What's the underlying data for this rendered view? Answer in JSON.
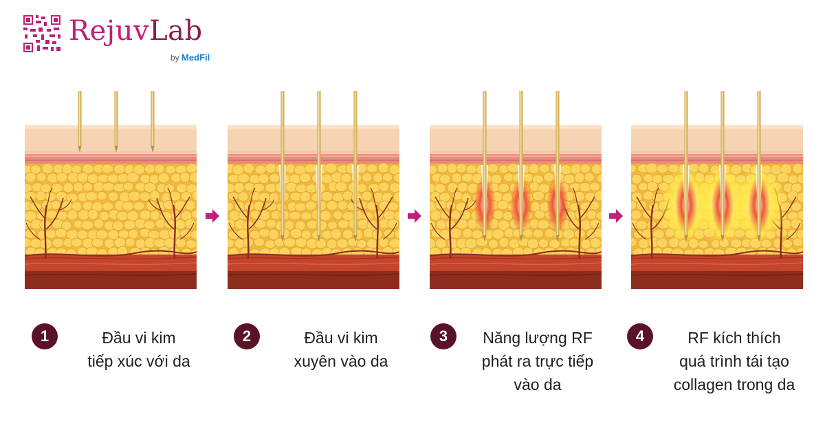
{
  "brand": {
    "name_main": "Rejuv",
    "name_accent": "Lab",
    "by": "by",
    "partner": "MedFil",
    "qr_label": "Rejuvlab"
  },
  "colors": {
    "accent": "#c0207a",
    "badge": "#5a1226",
    "arrow": "#c0207a",
    "partner": "#1d7fd1"
  },
  "steps": [
    {
      "number": "1",
      "lines": [
        "Đầu vi kim",
        "tiếp xúc với da"
      ],
      "state": "contact"
    },
    {
      "number": "2",
      "lines": [
        "Đầu vi kim",
        "xuyên vào da"
      ],
      "state": "penetrate"
    },
    {
      "number": "3",
      "lines": [
        "Năng lượng RF",
        "phát ra trực tiếp",
        "vào da"
      ],
      "state": "rf-emission"
    },
    {
      "number": "4",
      "lines": [
        "RF kích thích",
        "quá trình tái tạo",
        "collagen trong da"
      ],
      "state": "collagen"
    }
  ],
  "icons": {
    "step_arrow": "arrow-right-icon",
    "needle": "needle-icon",
    "qr": "qr-code-icon"
  }
}
